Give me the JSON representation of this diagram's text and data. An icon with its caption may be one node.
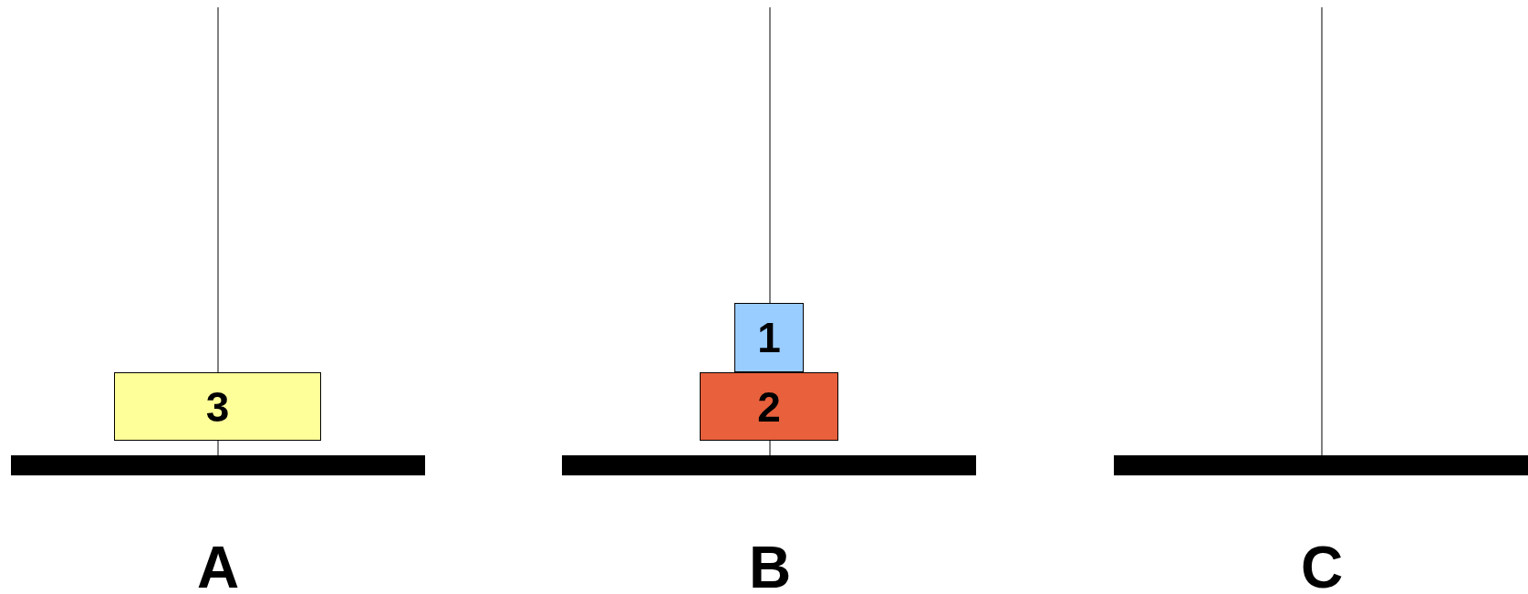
{
  "diagram": {
    "nodes": [
      {
        "text": [
          "3"
        ]
      },
      {
        "text": [
          "1"
        ]
      },
      {
        "text": [
          "2"
        ]
      }
    ],
    "labels": [
      "A",
      "B",
      "C"
    ]
  }
}
